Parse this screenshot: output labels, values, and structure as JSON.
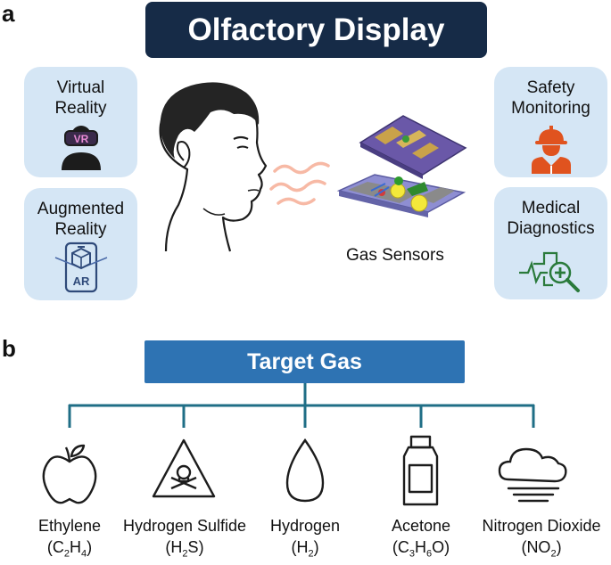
{
  "panel_a": {
    "letter": "a",
    "title": "Olfactory Display",
    "applications": {
      "vr": "Virtual\nReality",
      "ar": "Augmented\nReality",
      "safety": "Safety\nMonitoring",
      "medical": "Medical\nDiagnostics"
    },
    "vr_headset_text": "VR",
    "ar_phone_text": "AR",
    "sensor_label": "Gas Sensors"
  },
  "panel_b": {
    "letter": "b",
    "title": "Target Gas",
    "gases": [
      {
        "name": "Ethylene",
        "formula_parts": [
          "C",
          "2",
          "H",
          "4"
        ]
      },
      {
        "name": "Hydrogen Sulfide",
        "formula_parts": [
          "H",
          "2",
          "S"
        ]
      },
      {
        "name": "Hydrogen",
        "formula_parts": [
          "H",
          "2"
        ]
      },
      {
        "name": "Acetone",
        "formula_parts": [
          "C",
          "3",
          "H",
          "6",
          "O"
        ]
      },
      {
        "name": "Nitrogen Dioxide",
        "formula_parts": [
          "NO",
          "2"
        ]
      }
    ]
  },
  "colors": {
    "title_bg": "#162b47",
    "card_bg": "#d5e6f5",
    "target_bg": "#2e73b3",
    "tree_line": "#1f6e86",
    "safety_icon": "#e0531f",
    "medical_icon": "#2a7a3b"
  }
}
